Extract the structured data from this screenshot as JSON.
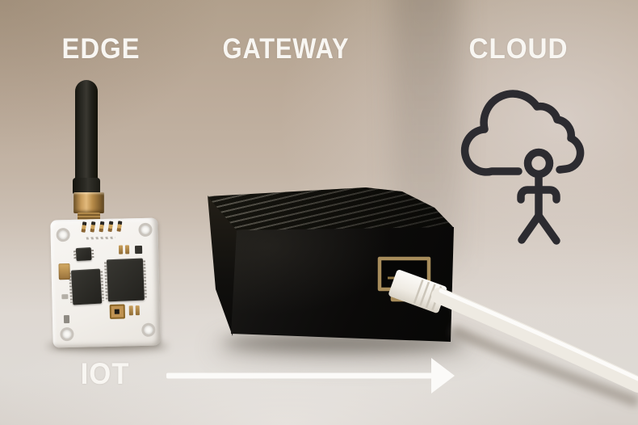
{
  "scene": {
    "title": "IoT edge-to-cloud pipeline photo illustration",
    "labels": {
      "edge": "EDGE",
      "gateway": "GATEWAY",
      "cloud": "CLOUD",
      "iot": "IOT"
    },
    "flow_arrow": {
      "direction": "right",
      "color": "#fbfaf8"
    },
    "objects": {
      "edge_device": "White IoT sensor PCB with black rubber antenna on brass SMA connector",
      "gateway_device": "Black finned metal gateway box with gold RJ45 port and white ethernet cable",
      "cloud_icon": "Hand-drawn outline cloud with stick-figure person",
      "wall": "Warm beige wall background",
      "surface": "Light desk surface"
    },
    "colors": {
      "label_text": "#f8f6f2",
      "icon_stroke": "#2c2b30",
      "box_black": "#0c0b0a",
      "pcb_white": "#f5f3ef",
      "brass": "#bd914f",
      "port_gold": "#a88d5c",
      "cable_white": "#eeeae2",
      "arrow_white": "#fbfaf8",
      "wall_beige": "#bcab9a",
      "desk_light": "#dedad5"
    }
  }
}
